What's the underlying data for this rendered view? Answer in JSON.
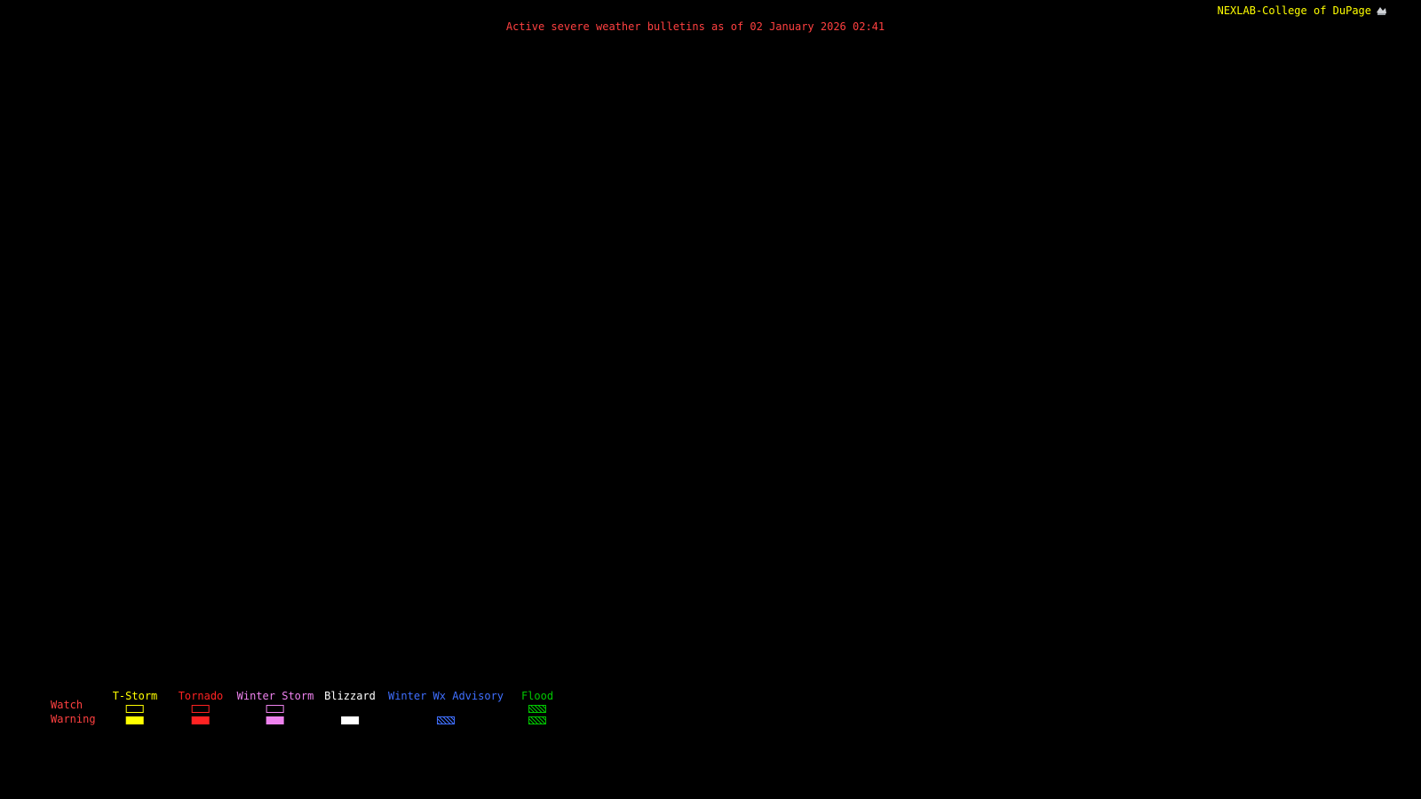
{
  "header": {
    "title": "Active severe weather bulletins as of 02 January 2026 02:41",
    "brand": "NEXLAB-College of DuPage",
    "brand_icon": "cod-logo-icon"
  },
  "colors": {
    "background": "#000000",
    "title": "#ff4040",
    "brand": "#ffff00",
    "row_label": "#ff4040"
  },
  "legend": {
    "row_labels": [
      "Watch",
      "Warning"
    ],
    "columns": [
      {
        "label": "T-Storm",
        "color": "#ffff00",
        "watch": "outline",
        "warning": "filled"
      },
      {
        "label": "Tornado",
        "color": "#ff2222",
        "watch": "outline",
        "warning": "filled"
      },
      {
        "label": "Winter Storm",
        "color": "#ee82ee",
        "watch": "outline",
        "warning": "filled"
      },
      {
        "label": "Blizzard",
        "color": "#ffffff",
        "watch": "none",
        "warning": "filled"
      },
      {
        "label": "Winter Wx Advisory",
        "color": "#3f6fff",
        "watch": "none",
        "warning": "hatched"
      },
      {
        "label": "Flood",
        "color": "#00c800",
        "watch": "hatched",
        "warning": "hatched"
      }
    ]
  }
}
